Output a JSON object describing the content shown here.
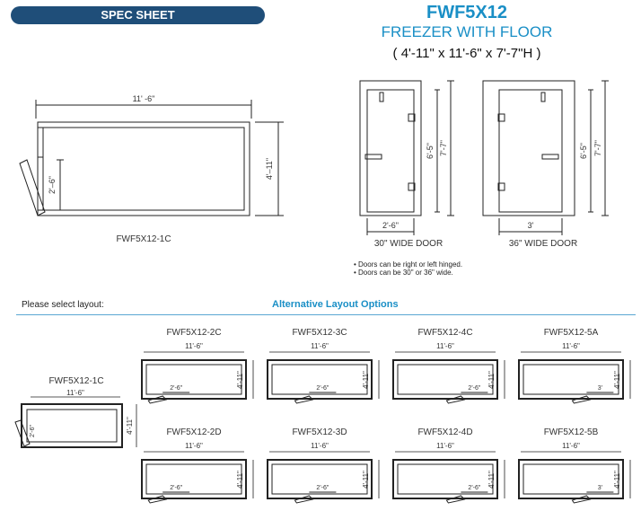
{
  "header": {
    "spec_label": "SPEC SHEET",
    "model": "FWF5X12",
    "subtitle": "FREEZER WITH FLOOR",
    "dimensions": "( 4'-11\" x 11'-6\" x 7'-7\"H )"
  },
  "main_plan": {
    "length": "11' -6\"",
    "width": "4'–11\"",
    "door_width": "2'–6\"",
    "label": "FWF5X12-1C"
  },
  "door_30": {
    "height_door": "6'-5\"",
    "height_total": "7'-7\"",
    "width": "2'-6\"",
    "caption": "30\" WIDE DOOR"
  },
  "door_36": {
    "height_door": "6'-5\"",
    "height_total": "7'-7\"",
    "width": "3'",
    "caption": "36\" WIDE DOOR"
  },
  "notes": [
    "Doors can be right or left hinged.",
    "Doors can be 30\" or 36\" wide."
  ],
  "layout_section": {
    "select_label": "Please select layout:",
    "alt_title": "Alternative Layout Options"
  },
  "left_option": {
    "name": "FWF5X12-1C",
    "length": "11'-6\"",
    "width": "4'-11\"",
    "door": "2'-6\""
  },
  "alt_layouts": [
    {
      "name": "FWF5X12-2C",
      "length": "11'-6\"",
      "width": "4'-11\"",
      "door": "2'-6\""
    },
    {
      "name": "FWF5X12-3C",
      "length": "11'-6\"",
      "width": "4'-11\"",
      "door": "2'-6\""
    },
    {
      "name": "FWF5X12-4C",
      "length": "11'-6\"",
      "width": "4'-11\"",
      "door": "2'-6\""
    },
    {
      "name": "FWF5X12-5A",
      "length": "11'-6\"",
      "width": "4'-11\"",
      "door": "3'"
    },
    {
      "name": "FWF5X12-2D",
      "length": "11'-6\"",
      "width": "4'-11\"",
      "door": "2'-6\""
    },
    {
      "name": "FWF5X12-3D",
      "length": "11'-6\"",
      "width": "4'-11\"",
      "door": "2'-6\""
    },
    {
      "name": "FWF5X12-4D",
      "length": "11'-6\"",
      "width": "4'-11\"",
      "door": "2'-6\""
    },
    {
      "name": "FWF5X12-5B",
      "length": "11'-6\"",
      "width": "4'-11\"",
      "door": "3'"
    }
  ]
}
